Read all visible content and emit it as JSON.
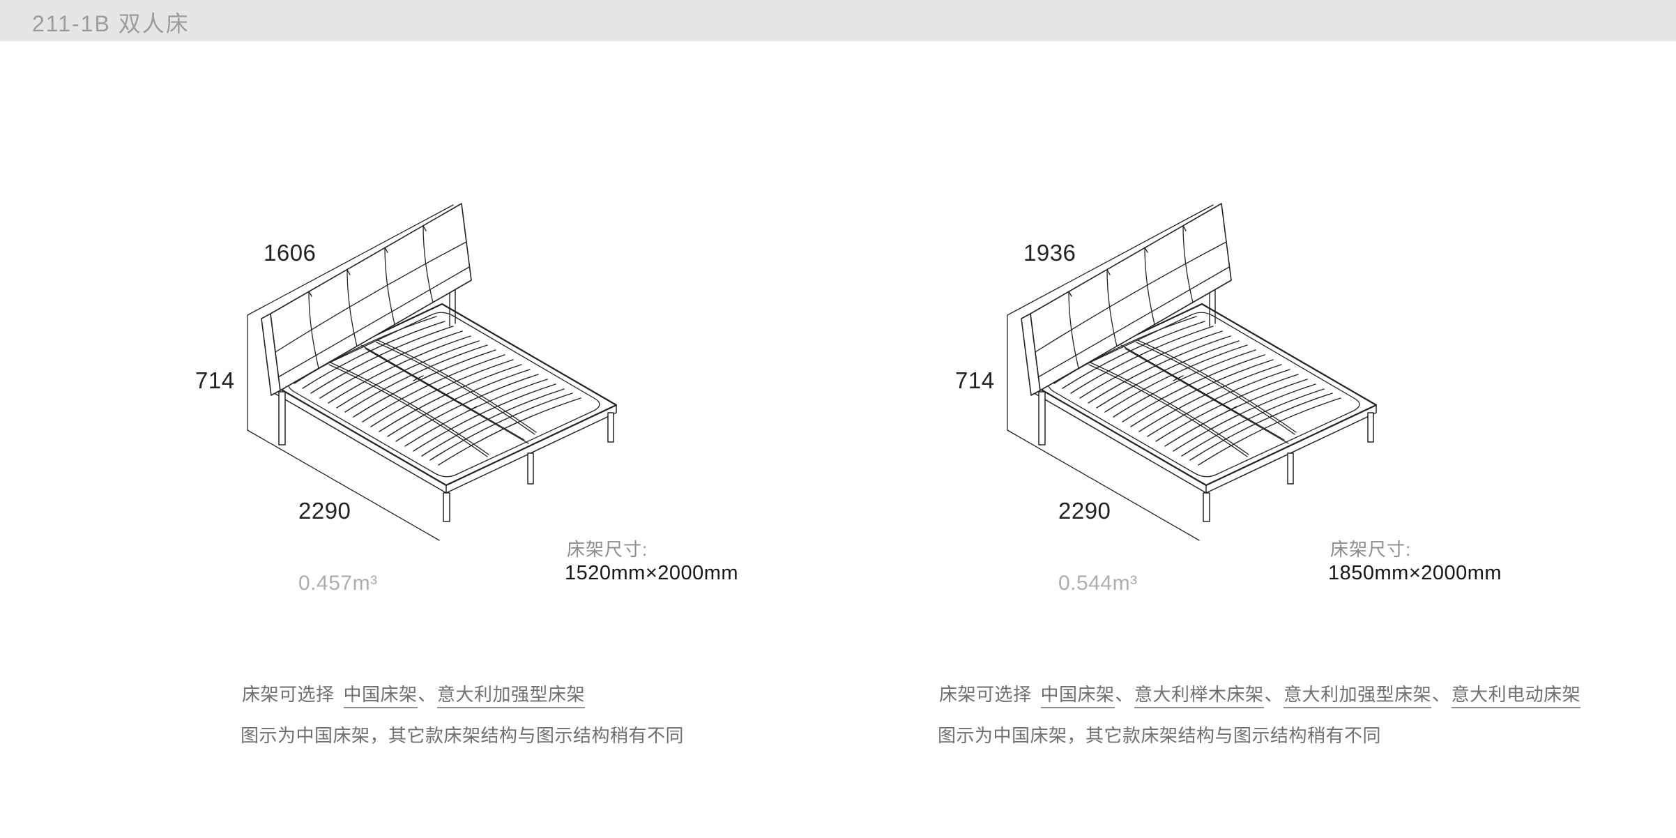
{
  "header": {
    "title": "211-1B 双人床"
  },
  "colors": {
    "header_bar": "#e6e6e6",
    "header_title": "#9c9c9c",
    "line_art": "#222222",
    "dim_text": "#222222",
    "volume_text": "#adadad",
    "frame_size_label_text": "#8d8d8d",
    "frame_size_value_text": "#161616",
    "footnote_text": "#6f6f6f"
  },
  "separator": "、",
  "beds": {
    "left": {
      "dim_width": "1606",
      "dim_height": "714",
      "dim_depth": "2290",
      "volume": "0.457m³",
      "frame_size_label": "床架尺寸:",
      "frame_size_value": "1520mm×2000mm",
      "options_prefix": "床架可选择",
      "options": [
        "中国床架",
        "意大利加强型床架"
      ],
      "note": "图示为中国床架，其它款床架结构与图示结构稍有不同"
    },
    "right": {
      "dim_width": "1936",
      "dim_height": "714",
      "dim_depth": "2290",
      "volume": "0.544m³",
      "frame_size_label": "床架尺寸:",
      "frame_size_value": "1850mm×2000mm",
      "options_prefix": "床架可选择",
      "options": [
        "中国床架",
        "意大利榉木床架",
        "意大利加强型床架",
        "意大利电动床架"
      ],
      "note": "图示为中国床架，其它款床架结构与图示结构稍有不同"
    }
  }
}
